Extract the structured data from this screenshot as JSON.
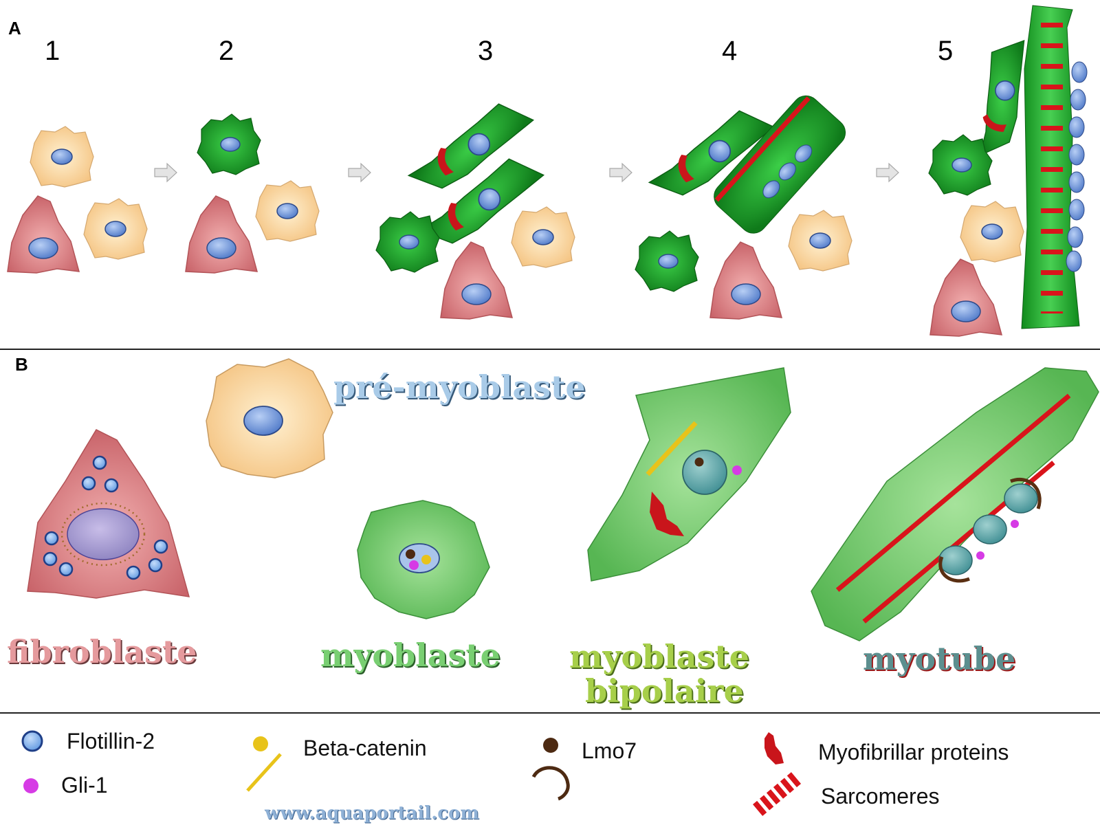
{
  "panels": {
    "a": "A",
    "b": "B"
  },
  "steps": [
    "1",
    "2",
    "3",
    "4",
    "5"
  ],
  "cell_types": {
    "premyoblast": "pré-myoblaste",
    "fibroblast": "fibroblaste",
    "myoblast": "myoblaste",
    "bipolar_line1": "myoblaste",
    "bipolar_line2": "bipolaire",
    "myotube": "myotube"
  },
  "legend": {
    "flotillin": "Flotillin-2",
    "gli": "Gli-1",
    "beta_catenin": "Beta-catenin",
    "lmo7": "Lmo7",
    "myofibrillar": "Myofibrillar proteins",
    "sarcomeres": "Sarcomeres"
  },
  "watermark": "www.aquaportail.com",
  "colors": {
    "fibroblast": "#cf6f73",
    "premyoblast": "#f8d7a0",
    "myoblast_dark": "#1f9a2a",
    "myoblast_light": "#6fc46a",
    "sarcomere": "#d9141b",
    "nucleus": "#6f95d8",
    "flotillin": "#7fb2ee",
    "gli": "#d63be5",
    "beta_catenin": "#e8c31a",
    "lmo7": "#5a2f12"
  }
}
